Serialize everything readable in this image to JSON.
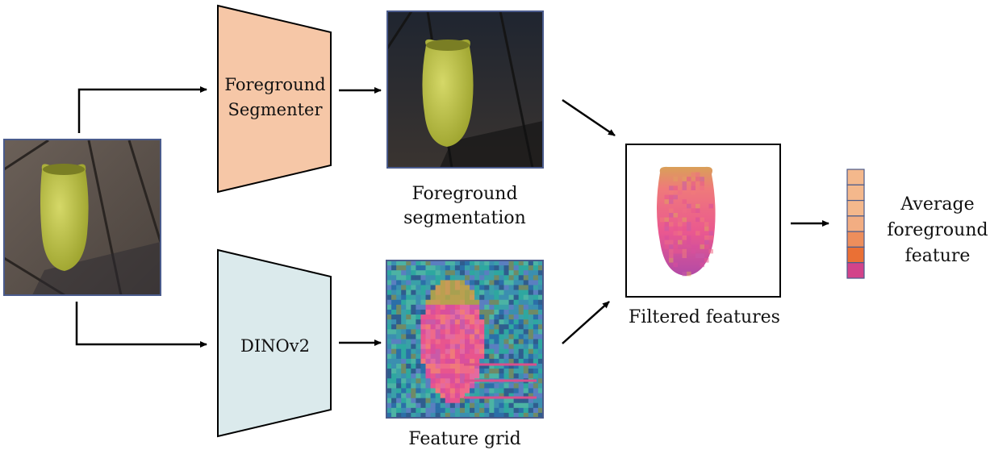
{
  "modules": {
    "segmenter": {
      "lines": [
        "Foreground",
        "Segmenter"
      ],
      "color": "#f6c7a7"
    },
    "dino": {
      "lines": [
        "DINOv2"
      ],
      "color": "#dbeaec"
    }
  },
  "captions": {
    "segmentation": [
      "Foreground",
      "segmentation"
    ],
    "feature_grid": [
      "Feature grid"
    ],
    "filtered": [
      "Filtered features"
    ],
    "average": [
      "Average",
      "foreground",
      "feature"
    ]
  },
  "feature_vector": {
    "cell_colors": [
      "#f4b88c",
      "#f4b88c",
      "#f4b88c",
      "#f2ad82",
      "#ed8e5c",
      "#ea7035",
      "#d2438a"
    ]
  },
  "colors": {
    "photo_border": "#4a5b8c",
    "vase": "#b9bf3c",
    "wood": "#5b5048",
    "feature_pink": "#e8558e",
    "feature_teal": "#2ea7a0"
  }
}
